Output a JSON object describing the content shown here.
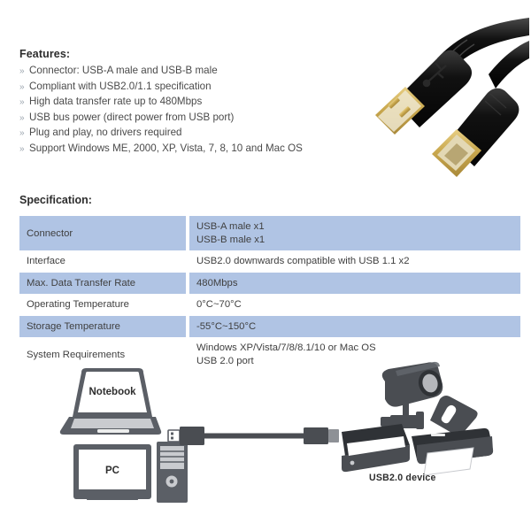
{
  "features": {
    "heading": "Features:",
    "bullet_glyph": "»",
    "items": [
      "Connector: USB-A male and USB-B male",
      "Compliant with USB2.0/1.1 specification",
      "High data transfer rate up to 480Mbps",
      "USB bus power (direct power from USB port)",
      "Plug and play, no drivers required",
      "Support Windows ME, 2000, XP, Vista, 7, 8, 10 and Mac OS"
    ]
  },
  "product_photo": {
    "alt": "usb-a-to-usb-b-cable-photo"
  },
  "specification": {
    "heading": "Specification:",
    "row_shade_color": "#b0c4e4",
    "rows": [
      {
        "label": "Connector",
        "values": [
          "USB-A male x1",
          "USB-B male x1"
        ],
        "shaded": true
      },
      {
        "label": "Interface",
        "values": [
          "USB2.0 downwards compatible with USB 1.1 x2"
        ],
        "shaded": false
      },
      {
        "label": "Max. Data Transfer Rate",
        "values": [
          "480Mbps"
        ],
        "shaded": true
      },
      {
        "label": "Operating Temperature",
        "values": [
          "0°C~70°C"
        ],
        "shaded": false
      },
      {
        "label": "Storage Temperature",
        "values": [
          "-55°C~150°C"
        ],
        "shaded": true
      },
      {
        "label": "System Requirements",
        "values": [
          "Windows XP/Vista/7/8/8.1/10 or Mac OS",
          "USB 2.0 port"
        ],
        "shaded": false
      }
    ]
  },
  "diagram": {
    "notebook_label": "Notebook",
    "pc_label": "PC",
    "device_caption": "USB2.0 device",
    "icons": {
      "notebook": "laptop-icon",
      "pc_monitor": "monitor-icon",
      "pc_tower": "desktop-tower-icon",
      "cable": "usb-cable-icon",
      "usb_a_plug": "usb-a-plug-icon",
      "usb_b_plug": "usb-b-plug-icon",
      "camera": "security-camera-icon",
      "scanner": "scanner-icon",
      "printer": "printer-icon"
    },
    "colors": {
      "dark": "#3f4247",
      "mid": "#5b5f66",
      "light": "#c9cbcf"
    }
  }
}
